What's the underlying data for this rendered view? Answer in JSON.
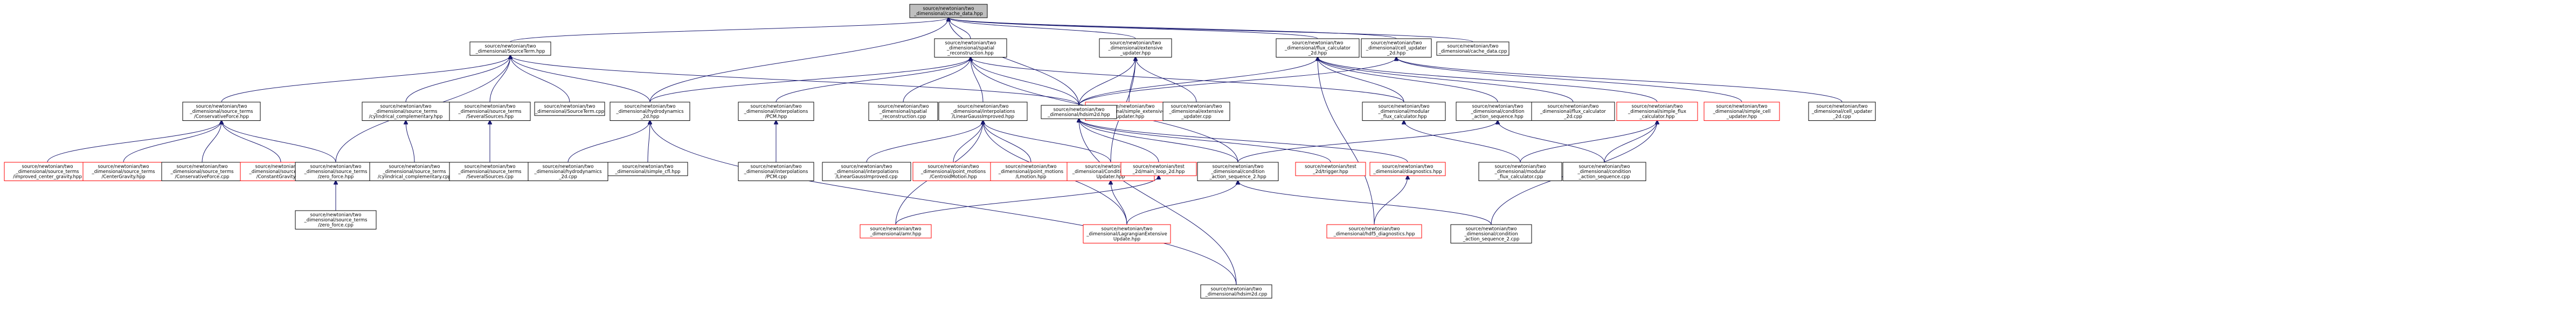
{
  "graph": {
    "nodes": [
      {
        "id": "root",
        "lines": [
          "source/newtonian/two",
          "_dimensional/cache_data.hpp"
        ],
        "kind": "root"
      },
      {
        "id": "sourceterm",
        "lines": [
          "source/newtonian/two",
          "_dimensional/SourceTerm.hpp"
        ],
        "kind": "normal"
      },
      {
        "id": "spatial",
        "lines": [
          "source/newtonian/two",
          "_dimensional/spatial",
          "_reconstruction.hpp"
        ],
        "kind": "normal"
      },
      {
        "id": "extensive",
        "lines": [
          "source/newtonian/two",
          "_dimensional/extensive",
          "_updater.hpp"
        ],
        "kind": "normal"
      },
      {
        "id": "fluxcalc",
        "lines": [
          "source/newtonian/two",
          "_dimensional/flux_calculator",
          "_2d.hpp"
        ],
        "kind": "normal"
      },
      {
        "id": "cellupd",
        "lines": [
          "source/newtonian/two",
          "_dimensional/cell_updater",
          "_2d.hpp"
        ],
        "kind": "normal"
      },
      {
        "id": "cachecpp",
        "lines": [
          "source/newtonian/two",
          "_dimensional/cache_data.cpp"
        ],
        "kind": "normal"
      },
      {
        "id": "consforce",
        "lines": [
          "source/newtonian/two",
          "_dimensional/source_terms",
          "/ConservativeForce.hpp"
        ],
        "kind": "normal"
      },
      {
        "id": "cylcomp",
        "lines": [
          "source/newtonian/two",
          "_dimensional/source_terms",
          "/cylindrical_complementary.hpp"
        ],
        "kind": "normal"
      },
      {
        "id": "sevsrc",
        "lines": [
          "source/newtonian/two",
          "_dimensional/source_terms",
          "/SeveralSources.hpp"
        ],
        "kind": "normal"
      },
      {
        "id": "stcpp",
        "lines": [
          "source/newtonian/two",
          "_dimensional/SourceTerm.cpp"
        ],
        "kind": "normal"
      },
      {
        "id": "hydro2d",
        "lines": [
          "source/newtonian/two",
          "_dimensional/hydrodynamics",
          "_2d.hpp"
        ],
        "kind": "normal"
      },
      {
        "id": "pcm",
        "lines": [
          "source/newtonian/two",
          "_dimensional/interpolations",
          "/PCM.hpp"
        ],
        "kind": "normal"
      },
      {
        "id": "spatialcpp",
        "lines": [
          "source/newtonian/two",
          "_dimensional/spatial",
          "_reconstruction.cpp"
        ],
        "kind": "normal"
      },
      {
        "id": "lgi",
        "lines": [
          "source/newtonian/two",
          "_dimensional/interpolations",
          "/LinearGaussImproved.hpp"
        ],
        "kind": "normal"
      },
      {
        "id": "simpleext",
        "lines": [
          "source/newtonian/two",
          "_dimensional/simple_extensive",
          "_updater.hpp"
        ],
        "kind": "red"
      },
      {
        "id": "extcpp",
        "lines": [
          "source/newtonian/two",
          "_dimensional/extensive",
          "_updater.cpp"
        ],
        "kind": "normal"
      },
      {
        "id": "hdsim",
        "lines": [
          "source/newtonian/two",
          "_dimensional/hdsim2d.hpp"
        ],
        "kind": "normal"
      },
      {
        "id": "modflux",
        "lines": [
          "source/newtonian/two",
          "_dimensional/modular",
          "_flux_calculator.hpp"
        ],
        "kind": "normal"
      },
      {
        "id": "condseq",
        "lines": [
          "source/newtonian/two",
          "_dimensional/condition",
          "_action_sequence.hpp"
        ],
        "kind": "normal"
      },
      {
        "id": "fluxcpp",
        "lines": [
          "source/newtonian/two",
          "_dimensional/flux_calculator",
          "_2d.cpp"
        ],
        "kind": "normal"
      },
      {
        "id": "simpleflux",
        "lines": [
          "source/newtonian/two",
          "_dimensional/simple_flux",
          "_calculator.hpp"
        ],
        "kind": "red"
      },
      {
        "id": "simplecell",
        "lines": [
          "source/newtonian/two",
          "_dimensional/simple_cell",
          "_updater.hpp"
        ],
        "kind": "red"
      },
      {
        "id": "cellcpp",
        "lines": [
          "source/newtonian/two",
          "_dimensional/cell_updater",
          "_2d.cpp"
        ],
        "kind": "normal"
      },
      {
        "id": "impgrav",
        "lines": [
          "source/newtonian/two",
          "_dimensional/source_terms",
          "/improved_center_gravity.hpp"
        ],
        "kind": "red"
      },
      {
        "id": "centgrav",
        "lines": [
          "source/newtonian/two",
          "_dimensional/source_terms",
          "/CenterGravity.hpp"
        ],
        "kind": "red"
      },
      {
        "id": "consforcecpp",
        "lines": [
          "source/newtonian/two",
          "_dimensional/source_terms",
          "/ConservativeForce.cpp"
        ],
        "kind": "normal"
      },
      {
        "id": "constgrav",
        "lines": [
          "source/newtonian/two",
          "_dimensional/source_terms",
          "/ConstantGravity.hpp"
        ],
        "kind": "red"
      },
      {
        "id": "zeroforce",
        "lines": [
          "source/newtonian/two",
          "_dimensional/source_terms",
          "/zero_force.hpp"
        ],
        "kind": "normal"
      },
      {
        "id": "cylcompcpp",
        "lines": [
          "source/newtonian/two",
          "_dimensional/source_terms",
          "/cylindrical_complementary.cpp"
        ],
        "kind": "normal"
      },
      {
        "id": "sevsrccpp",
        "lines": [
          "source/newtonian/two",
          "_dimensional/source_terms",
          "/SeveralSources.cpp"
        ],
        "kind": "normal"
      },
      {
        "id": "hydrocpp",
        "lines": [
          "source/newtonian/two",
          "_dimensional/hydrodynamics",
          "_2d.cpp"
        ],
        "kind": "normal"
      },
      {
        "id": "simplecfl",
        "lines": [
          "source/newtonian/two",
          "_dimensional/simple_cfl.hpp"
        ],
        "kind": "normal"
      },
      {
        "id": "pcmcpp",
        "lines": [
          "source/newtonian/two",
          "_dimensional/interpolations",
          "/PCM.cpp"
        ],
        "kind": "normal"
      },
      {
        "id": "lgicpp",
        "lines": [
          "source/newtonian/two",
          "_dimensional/interpolations",
          "/LinearGaussImproved.cpp"
        ],
        "kind": "normal"
      },
      {
        "id": "centroid",
        "lines": [
          "source/newtonian/two",
          "_dimensional/point_motions",
          "/CentroidMotion.hpp"
        ],
        "kind": "red"
      },
      {
        "id": "lmotion",
        "lines": [
          "source/newtonian/two",
          "_dimensional/point_motions",
          "/Lmotion.hpp"
        ],
        "kind": "red"
      },
      {
        "id": "condext",
        "lines": [
          "source/newtonian/two",
          "_dimensional/ConditionExtensive",
          "Updater.hpp"
        ],
        "kind": "red"
      },
      {
        "id": "test2d",
        "lines": [
          "source/newtonian/test",
          "_2d/main_loop_2d.hpp"
        ],
        "kind": "red"
      },
      {
        "id": "condseq2",
        "lines": [
          "source/newtonian/two",
          "_dimensional/condition",
          "_action_sequence_2.hpp"
        ],
        "kind": "normal"
      },
      {
        "id": "trigger",
        "lines": [
          "source/newtonian/test",
          "_2d/trigger.hpp"
        ],
        "kind": "red"
      },
      {
        "id": "diag",
        "lines": [
          "source/newtonian/two",
          "_dimensional/diagnostics.hpp"
        ],
        "kind": "red"
      },
      {
        "id": "modfluxcpp",
        "lines": [
          "source/newtonian/two",
          "_dimensional/modular",
          "_flux_calculator.cpp"
        ],
        "kind": "normal"
      },
      {
        "id": "condseqcpp",
        "lines": [
          "source/newtonian/two",
          "_dimensional/condition",
          "_action_sequence.cpp"
        ],
        "kind": "normal"
      },
      {
        "id": "zeroforcecpp",
        "lines": [
          "source/newtonian/two",
          "_dimensional/source_terms",
          "/zero_force.cpp"
        ],
        "kind": "normal"
      },
      {
        "id": "amr",
        "lines": [
          "source/newtonian/two",
          "_dimensional/amr.hpp"
        ],
        "kind": "red"
      },
      {
        "id": "lagr",
        "lines": [
          "source/newtonian/two",
          "_dimensional/LagrangianExtensive",
          "Update.hpp"
        ],
        "kind": "red"
      },
      {
        "id": "hdf5",
        "lines": [
          "source/newtonian/two",
          "_dimensional/hdf5_diagnostics.hpp"
        ],
        "kind": "red"
      },
      {
        "id": "condseq2cpp",
        "lines": [
          "source/newtonian/two",
          "_dimensional/condition",
          "_action_sequence_2.cpp"
        ],
        "kind": "normal"
      },
      {
        "id": "hdsimcpp",
        "lines": [
          "source/newtonian/two",
          "_dimensional/hdsim2d.cpp"
        ],
        "kind": "normal"
      }
    ],
    "edges": [
      [
        "sourceterm",
        "root"
      ],
      [
        "spatial",
        "root"
      ],
      [
        "extensive",
        "root"
      ],
      [
        "fluxcalc",
        "root"
      ],
      [
        "cellupd",
        "root"
      ],
      [
        "cachecpp",
        "root"
      ],
      [
        "hydro2d",
        "root"
      ],
      [
        "hdsim",
        "root"
      ],
      [
        "consforce",
        "sourceterm"
      ],
      [
        "cylcomp",
        "sourceterm"
      ],
      [
        "sevsrc",
        "sourceterm"
      ],
      [
        "stcpp",
        "sourceterm"
      ],
      [
        "hydro2d",
        "sourceterm"
      ],
      [
        "zeroforce",
        "sourceterm"
      ],
      [
        "hdsim",
        "sourceterm"
      ],
      [
        "pcm",
        "spatial"
      ],
      [
        "spatialcpp",
        "spatial"
      ],
      [
        "lgi",
        "spatial"
      ],
      [
        "hydro2d",
        "spatial"
      ],
      [
        "hdsim",
        "spatial"
      ],
      [
        "condseq2",
        "spatial"
      ],
      [
        "modflux",
        "spatial"
      ],
      [
        "simpleext",
        "extensive"
      ],
      [
        "extcpp",
        "extensive"
      ],
      [
        "hdsim",
        "extensive"
      ],
      [
        "condext",
        "extensive"
      ],
      [
        "hdsim",
        "fluxcalc"
      ],
      [
        "modflux",
        "fluxcalc"
      ],
      [
        "condseq",
        "fluxcalc"
      ],
      [
        "fluxcpp",
        "fluxcalc"
      ],
      [
        "simpleflux",
        "fluxcalc"
      ],
      [
        "hdf5",
        "fluxcalc"
      ],
      [
        "simplecell",
        "cellupd"
      ],
      [
        "cellcpp",
        "cellupd"
      ],
      [
        "hdsim",
        "cellupd"
      ],
      [
        "impgrav",
        "consforce"
      ],
      [
        "centgrav",
        "consforce"
      ],
      [
        "consforcecpp",
        "consforce"
      ],
      [
        "constgrav",
        "consforce"
      ],
      [
        "zeroforce",
        "consforce"
      ],
      [
        "cylcompcpp",
        "cylcomp"
      ],
      [
        "sevsrccpp",
        "sevsrc"
      ],
      [
        "hydrocpp",
        "hydro2d"
      ],
      [
        "simplecfl",
        "hydro2d"
      ],
      [
        "hdsimcpp",
        "hydro2d"
      ],
      [
        "pcmcpp",
        "pcm"
      ],
      [
        "lgicpp",
        "lgi"
      ],
      [
        "centroid",
        "lgi"
      ],
      [
        "lmotion",
        "lgi"
      ],
      [
        "condext",
        "lgi"
      ],
      [
        "amr",
        "lgi"
      ],
      [
        "lagr",
        "lgi"
      ],
      [
        "test2d",
        "hdsim"
      ],
      [
        "condseq2",
        "hdsim"
      ],
      [
        "trigger",
        "hdsim"
      ],
      [
        "diag",
        "hdsim"
      ],
      [
        "hdsimcpp",
        "hdsim"
      ],
      [
        "modfluxcpp",
        "modflux"
      ],
      [
        "condseqcpp",
        "condseq"
      ],
      [
        "condseq2",
        "condseq"
      ],
      [
        "modfluxcpp",
        "simpleflux"
      ],
      [
        "condseqcpp",
        "simpleflux"
      ],
      [
        "condseq2cpp",
        "simpleflux"
      ],
      [
        "zeroforcecpp",
        "zeroforce"
      ],
      [
        "lagr",
        "condext"
      ],
      [
        "amr",
        "test2d"
      ],
      [
        "lagr",
        "condseq2"
      ],
      [
        "condseq2cpp",
        "condseq2"
      ],
      [
        "hdf5",
        "diag"
      ]
    ]
  }
}
